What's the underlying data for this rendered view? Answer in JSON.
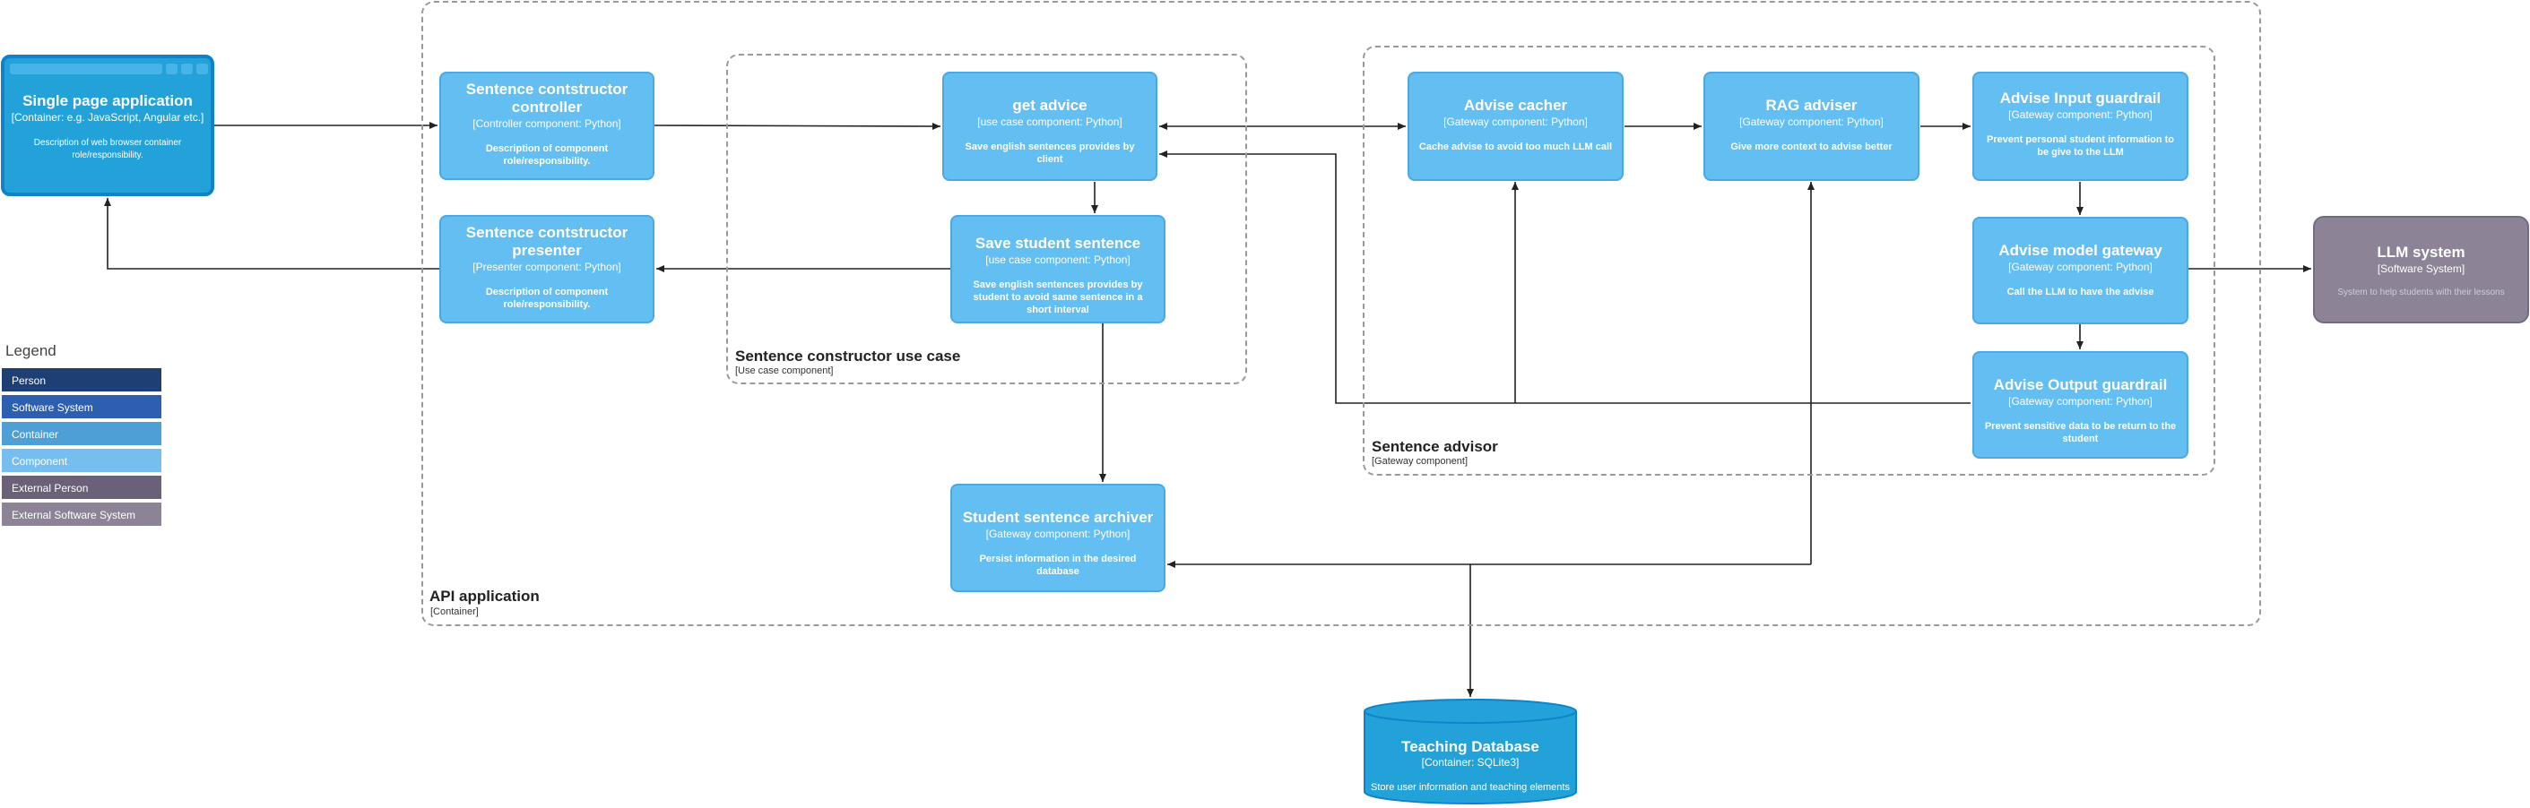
{
  "spa": {
    "title": "Single page application",
    "subtitle": "[Container: e.g. JavaScript, Angular etc.]",
    "description": "Description of web browser container role/responsibility."
  },
  "boundaries": {
    "api": {
      "label": "API application",
      "sub": "[Container]"
    },
    "usecase": {
      "label": "Sentence constructor use case",
      "sub": "[Use case component]"
    },
    "advisor": {
      "label": "Sentence advisor",
      "sub": "[Gateway component]"
    }
  },
  "components": {
    "controller": {
      "title": "Sentence contstructor controller",
      "subtitle": "[Controller component: Python]",
      "description": "Description of component role/responsibility."
    },
    "presenter": {
      "title": "Sentence contstructor presenter",
      "subtitle": "[Presenter component: Python]",
      "description": "Description of component role/responsibility."
    },
    "get_advice": {
      "title": "get advice",
      "subtitle": "[use case component: Python]",
      "description": "Save english sentences provides by client"
    },
    "save_sentence": {
      "title": "Save student sentence",
      "subtitle": "[use case component: Python]",
      "description": "Save english sentences provides by student to avoid same sentence in a short interval"
    },
    "archiver": {
      "title": "Student sentence archiver",
      "subtitle": "[Gateway component: Python]",
      "description": "Persist information in the desired database"
    },
    "cacher": {
      "title": "Advise cacher",
      "subtitle": "[Gateway component: Python]",
      "description": "Cache advise to avoid too much LLM call"
    },
    "rag": {
      "title": "RAG adviser",
      "subtitle": "[Gateway component: Python]",
      "description": "Give more context to advise better"
    },
    "input_guardrail": {
      "title": "Advise Input guardrail",
      "subtitle": "[Gateway component: Python]",
      "description": "Prevent personal student information to be give to the LLM"
    },
    "model_gateway": {
      "title": "Advise model gateway",
      "subtitle": "[Gateway component: Python]",
      "description": "Call the LLM to have the advise"
    },
    "output_guardrail": {
      "title": "Advise Output guardrail",
      "subtitle": "[Gateway component: Python]",
      "description": "Prevent sensitive data to be return to the student"
    }
  },
  "llm": {
    "title": "LLM system",
    "subtitle": "[Software System]",
    "description": "System to help students with their lessons"
  },
  "database": {
    "title": "Teaching Database",
    "subtitle": "[Container: SQLite3]",
    "description": "Store user information and teaching elements"
  },
  "legend": {
    "title": "Legend",
    "items": [
      {
        "label": "Person",
        "color": "#1e3f73"
      },
      {
        "label": "Software System",
        "color": "#2d5fb0"
      },
      {
        "label": "Container",
        "color": "#4d9fd6"
      },
      {
        "label": "Component",
        "color": "#76bdf0"
      },
      {
        "label": "External Person",
        "color": "#6a6178"
      },
      {
        "label": "External Software System",
        "color": "#8c8496"
      }
    ]
  },
  "colors": {
    "component_fill": "#63bef2",
    "container_fill": "#23a2d9",
    "external_fill": "#8c8496",
    "arrow": "#222222",
    "boundary": "#9a9a9a"
  }
}
